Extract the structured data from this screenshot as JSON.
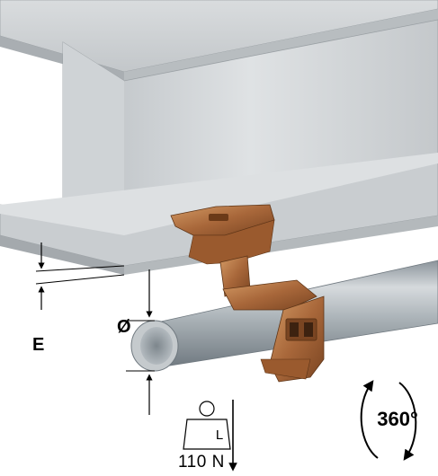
{
  "labels": {
    "flange_thickness": "E",
    "pipe_diameter": "Ø",
    "load_symbol": "L",
    "load_force": "110 N",
    "rotation": "360°"
  },
  "icons": {
    "load": "weight-icon",
    "force_direction": "arrow-down-icon",
    "rotation": "rotation-arrows-icon"
  },
  "colors": {
    "beam": "#c7cbce",
    "pipe": "#a8b0b5",
    "clip": "#b0723f",
    "line": "#000000"
  }
}
